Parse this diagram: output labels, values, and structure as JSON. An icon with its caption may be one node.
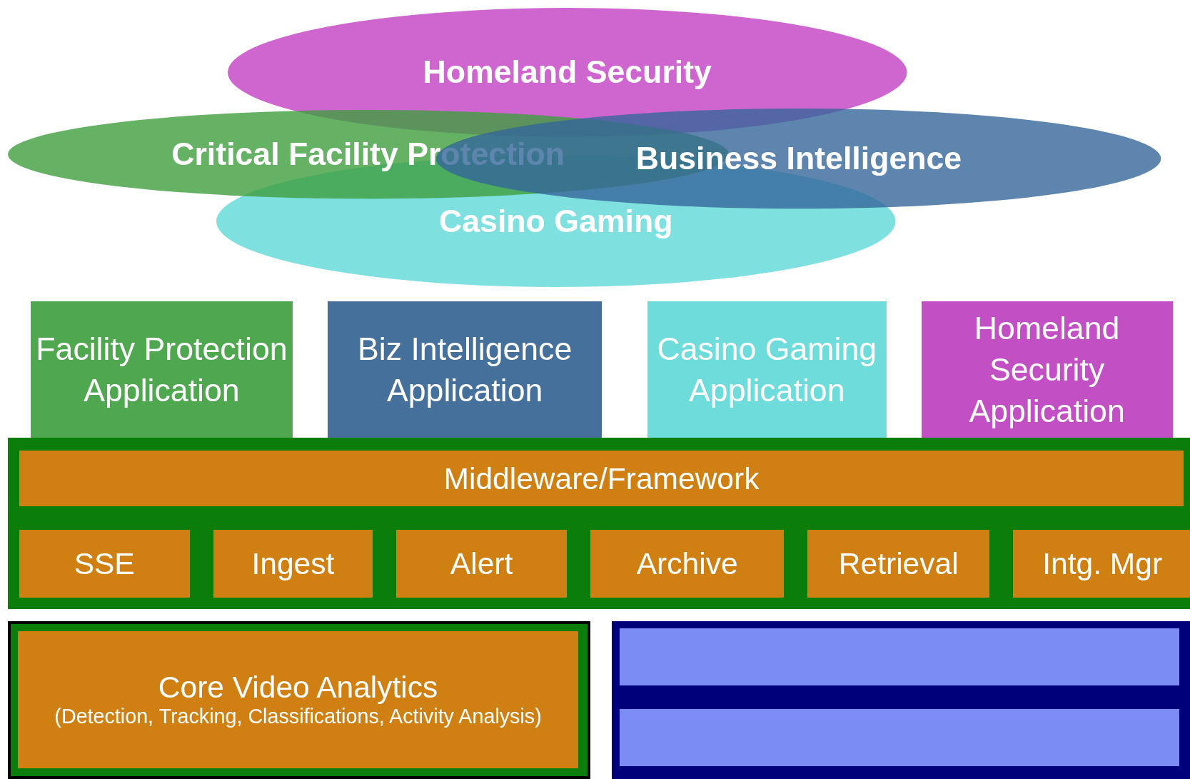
{
  "diagram": {
    "nodes": [
      {
        "text": [
          "Homeland Security"
        ]
      },
      {
        "text": [
          "Critical Facility Protection"
        ]
      },
      {
        "text": [
          "Business Intelligence"
        ]
      },
      {
        "text": [
          "Casino Gaming"
        ]
      },
      {
        "text": [
          "Facility Protection Application"
        ]
      },
      {
        "text": [
          "Biz Intelligence Application"
        ]
      },
      {
        "text": [
          "Casino Gaming Application"
        ]
      },
      {
        "text": [
          "Homeland Security Application"
        ]
      },
      {
        "text": [],
        "shape": "box"
      },
      {
        "text": [
          "Middleware/Framework"
        ],
        "in": 8
      },
      {
        "text": [
          "SSE"
        ],
        "in": 8
      },
      {
        "text": [
          "Ingest"
        ],
        "in": 8
      },
      {
        "text": [
          "Alert"
        ],
        "in": 8
      },
      {
        "text": [
          "Archive"
        ],
        "in": 8
      },
      {
        "text": [
          "Retrieval"
        ],
        "in": 8
      },
      {
        "text": [
          "Intg. Mgr"
        ],
        "in": 8
      },
      {
        "text": [],
        "shape": "box"
      },
      {
        "text": [
          "Core Video Analytics",
          "(Detection, Tracking, Classifications, Activity Analysis)"
        ],
        "in": 16
      },
      {
        "text": [],
        "shape": "box"
      },
      {
        "text": [],
        "shape": "box",
        "in": 18
      },
      {
        "text": [],
        "shape": "box",
        "in": 18
      }
    ],
    "edges": []
  }
}
